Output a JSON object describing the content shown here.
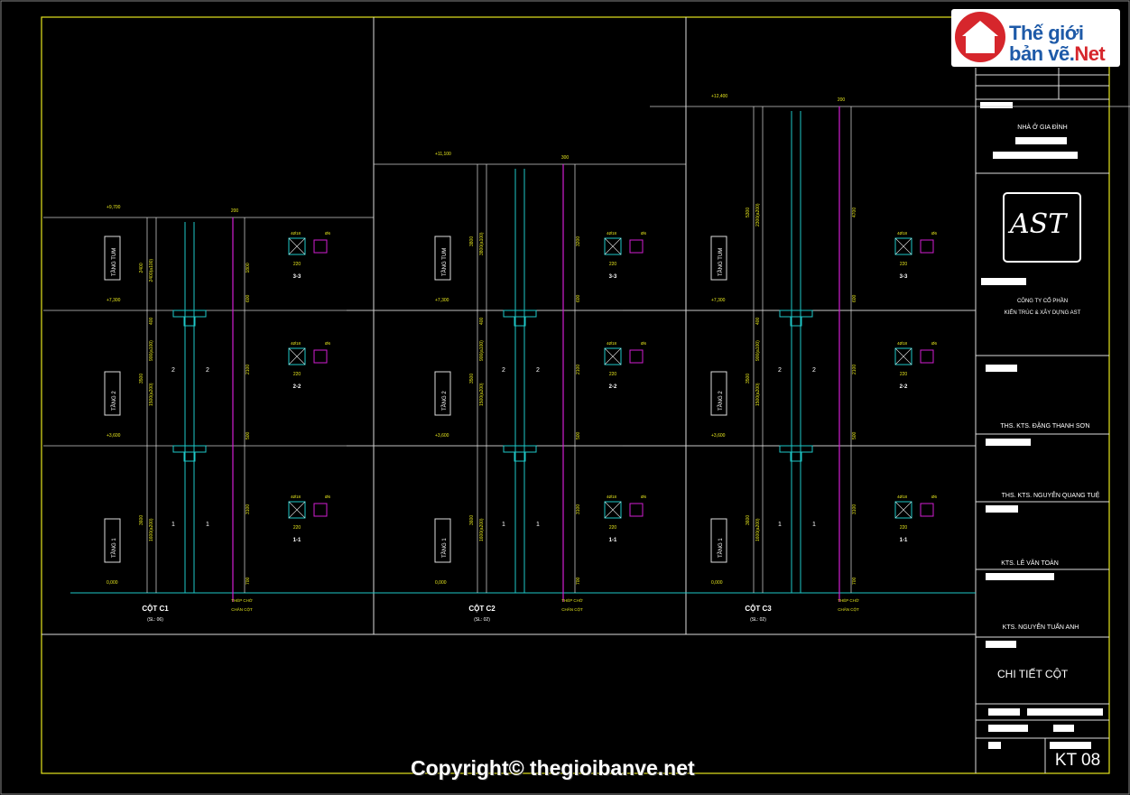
{
  "logo": {
    "line1": "Thế giới",
    "line2a": "bản vẽ.",
    "line2b": "Net"
  },
  "watermark": "Copyright© thegioibanve.net",
  "title_block": {
    "project": "NHÀ Ở GIA ĐÌNH",
    "company_line1": "CÔNG TY CỔ PHẦN",
    "company_line2": "KIẾN TRÚC & XÂY DỰNG AST",
    "person1": "THS. KTS. ĐẶNG THANH SƠN",
    "person2": "THS. KTS. NGUYỄN QUANG TUỆ",
    "person3": "KTS. LÊ VĂN TOÀN",
    "person4": "KTS. NGUYỄN TUẤN ANH",
    "drawing_title": "CHI TIẾT CỘT",
    "sheet": "KT 08"
  },
  "columns": [
    {
      "name": "CỘT C1",
      "sub": "(SL: 06)",
      "top_level": "+9,700",
      "h_tum": "2400",
      "tum_sub": "2400(a100)",
      "stirrup_top": "1800",
      "bar_top": "200"
    },
    {
      "name": "CỘT C2",
      "sub": "(SL: 02)",
      "top_level": "+11,100",
      "h_tum": "3800",
      "tum_sub": "3800(a100)",
      "stirrup_top": "3200",
      "bar_top": "300"
    },
    {
      "name": "CỘT C3",
      "sub": "(SL: 02)",
      "top_level": "+12,400",
      "h_tum": "5300",
      "tum_sub": "2300(a200)",
      "stirrup_top": "4700",
      "bar_top": "200"
    }
  ],
  "levels": {
    "tum": "+7,300",
    "t2": "+3,600",
    "ground": "0,000"
  },
  "floors": {
    "tum": "TẦNG TUM",
    "t2": "TẦNG 2",
    "t1": "TẦNG 1"
  },
  "dims": {
    "h2": "3500",
    "h1": "3600",
    "d400": "400",
    "d900": "900(a100)",
    "d1500": "1500(a200)",
    "d1600": "1600(a200)",
    "d600": "600",
    "d500": "500",
    "d2100": "2100",
    "d3100": "3100",
    "d700": "700",
    "w220": "220",
    "rebar": "4Ø18",
    "stir": "Ø6"
  },
  "sections": {
    "s3": "3-3",
    "s2": "2-2",
    "s1": "1-1",
    "mark1": "1",
    "mark2": "2"
  },
  "base": {
    "b1": "THÉP CHỜ",
    "b2": "CHÂN CỘT"
  }
}
